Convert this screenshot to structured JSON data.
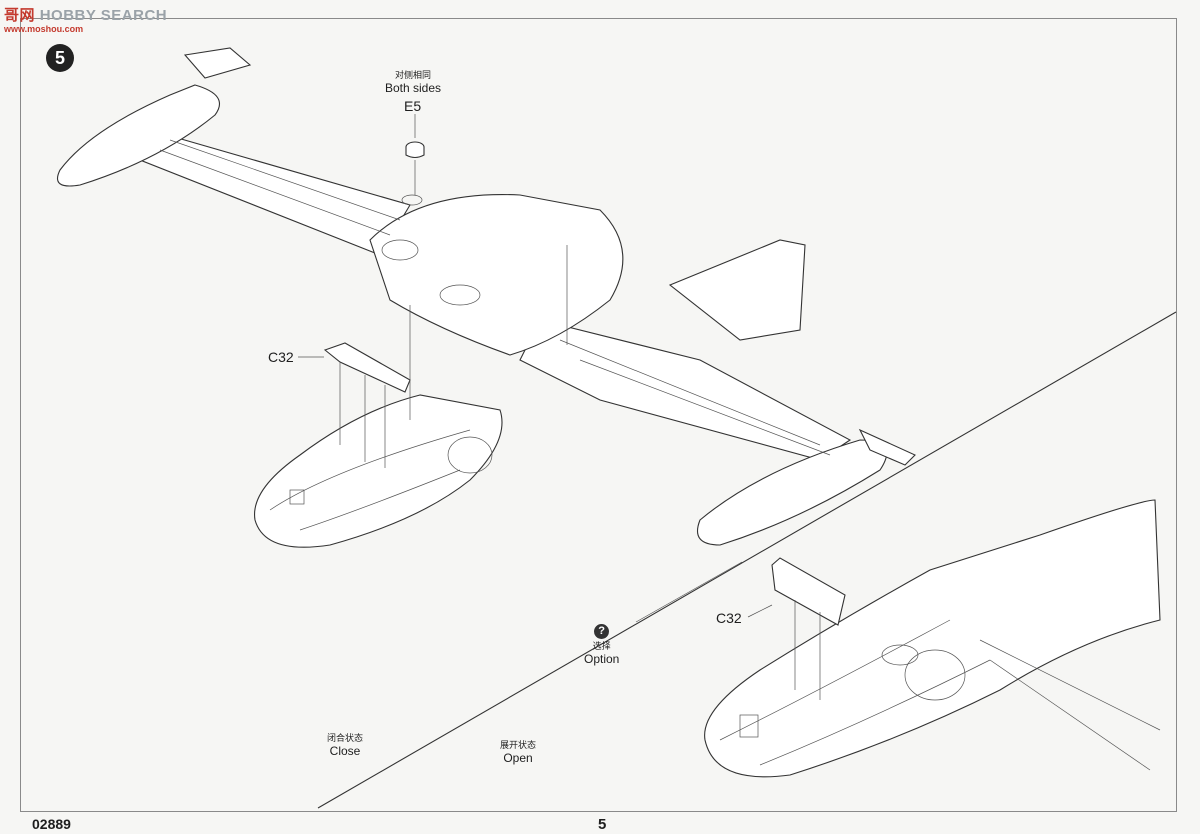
{
  "watermark": {
    "cn": "哥",
    "cn2": "网",
    "en": "HOBBY SEARCH",
    "url": "www.moshou.com"
  },
  "step": {
    "number": "5"
  },
  "callouts": {
    "both_sides_cn": "对侧相同",
    "both_sides_en": "Both sides",
    "e5": "E5",
    "c32_main": "C32",
    "c32_inset": "C32",
    "option_icon": "?",
    "option_cn": "选择",
    "option_en": "Option",
    "close_cn": "闭合状态",
    "close_en": "Close",
    "open_cn": "展开状态",
    "open_en": "Open"
  },
  "footer": {
    "code": "02889",
    "page": "5"
  },
  "colors": {
    "ink": "#1e1e1e",
    "paper": "#f6f6f4",
    "badge": "#222222",
    "watermark_red": "#c43a2e"
  }
}
